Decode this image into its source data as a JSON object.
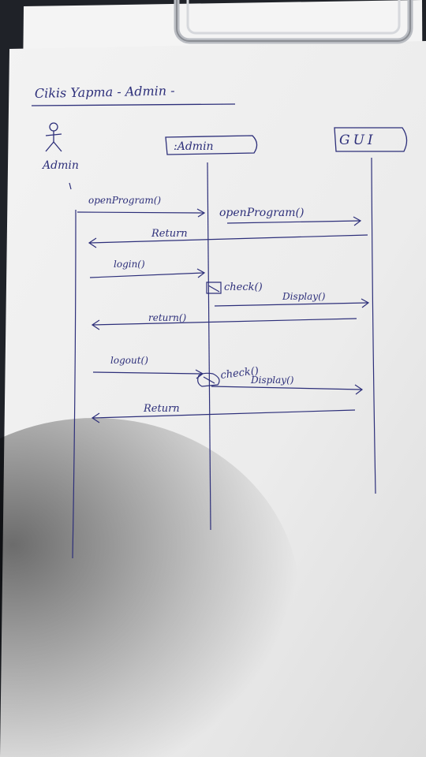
{
  "header": {
    "title": "Cikis Yapma - Admin -"
  },
  "actor": {
    "label": "Admin",
    "icon": "stick-figure-icon"
  },
  "lifelines": [
    {
      "id": "admin-object",
      "label": ":Admin"
    },
    {
      "id": "gui-object",
      "label": "GUI"
    }
  ],
  "messages": [
    {
      "label": "openProgram()",
      "from": "actor",
      "to": "admin-object",
      "kind": "call"
    },
    {
      "label": "openProgram()",
      "from": "admin-object",
      "to": "gui-object",
      "kind": "call"
    },
    {
      "label": "Return",
      "from": "gui-object",
      "to": "actor",
      "kind": "return"
    },
    {
      "label": "login()",
      "from": "actor",
      "to": "admin-object",
      "kind": "call"
    },
    {
      "label": "check()",
      "from": "admin-object",
      "to": "admin-object",
      "kind": "self"
    },
    {
      "label": "Display()",
      "from": "admin-object",
      "to": "gui-object",
      "kind": "call"
    },
    {
      "label": "return()",
      "from": "gui-object",
      "to": "actor",
      "kind": "return"
    },
    {
      "label": "logout()",
      "from": "actor",
      "to": "admin-object",
      "kind": "call"
    },
    {
      "label": "check()",
      "from": "admin-object",
      "to": "admin-object",
      "kind": "self"
    },
    {
      "label": "Display()",
      "from": "admin-object",
      "to": "gui-object",
      "kind": "call"
    },
    {
      "label": "Return",
      "from": "gui-object",
      "to": "actor",
      "kind": "return"
    }
  ],
  "colors": {
    "ink": "#2d2f7a",
    "paper": "#eeeeee",
    "background": "#1f2228",
    "clip": "#b9bcc2"
  }
}
